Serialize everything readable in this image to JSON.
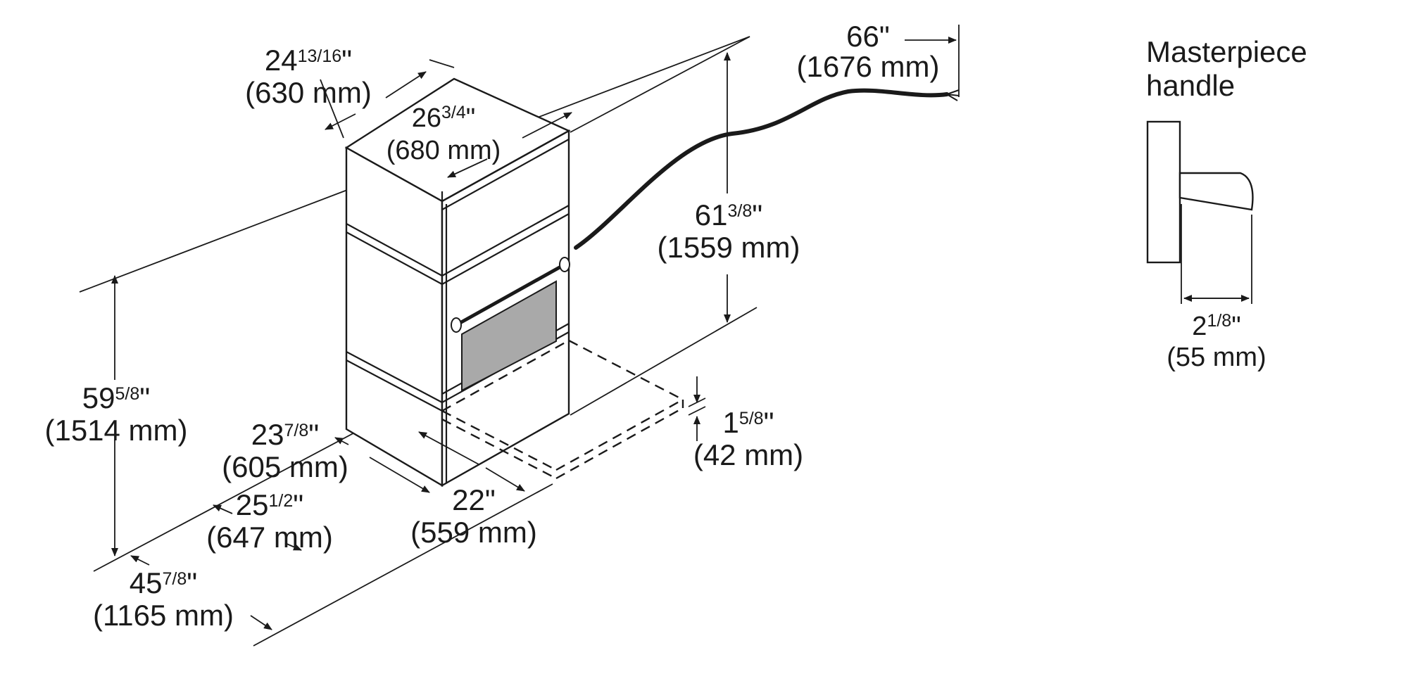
{
  "colors": {
    "line": "#1a1a1a",
    "glass": "#a9a9a9",
    "background": "#ffffff"
  },
  "handle_label": {
    "line1": "Masterpiece",
    "line2": "handle"
  },
  "dimensions": {
    "cord_length": {
      "in_text": "66\"",
      "mm_text": "(1676 mm)"
    },
    "total_width": {
      "whole": "24",
      "frac": "13/16",
      "unit": "\"",
      "mm_text": "(630 mm)"
    },
    "depth_total": {
      "whole": "26",
      "frac": "3/4",
      "unit": "\"",
      "mm_text": "(680 mm)"
    },
    "cord_height": {
      "whole": "61",
      "frac": "3/8",
      "unit": "\"",
      "mm_text": "(1559 mm)"
    },
    "cutout_height": {
      "whole": "59",
      "frac": "5/8",
      "unit": "\"",
      "mm_text": "(1514 mm)"
    },
    "cutout_depth": {
      "whole": "23",
      "frac": "7/8",
      "unit": "\"",
      "mm_text": "(605 mm)"
    },
    "cutout_width": {
      "whole": "25",
      "frac": "1/2",
      "unit": "\"",
      "mm_text": "(647 mm)"
    },
    "door_depth": {
      "in_text": "22\"",
      "mm_text": "(559 mm)"
    },
    "bottom_gap": {
      "whole": "1",
      "frac": "5/8",
      "unit": "\"",
      "mm_text": "(42 mm)"
    },
    "floor_height": {
      "whole": "45",
      "frac": "7/8",
      "unit": "\"",
      "mm_text": "(1165 mm)"
    },
    "handle_depth": {
      "whole": "2",
      "frac": "1/8",
      "unit": "\"",
      "mm_text": "(55 mm)"
    }
  }
}
